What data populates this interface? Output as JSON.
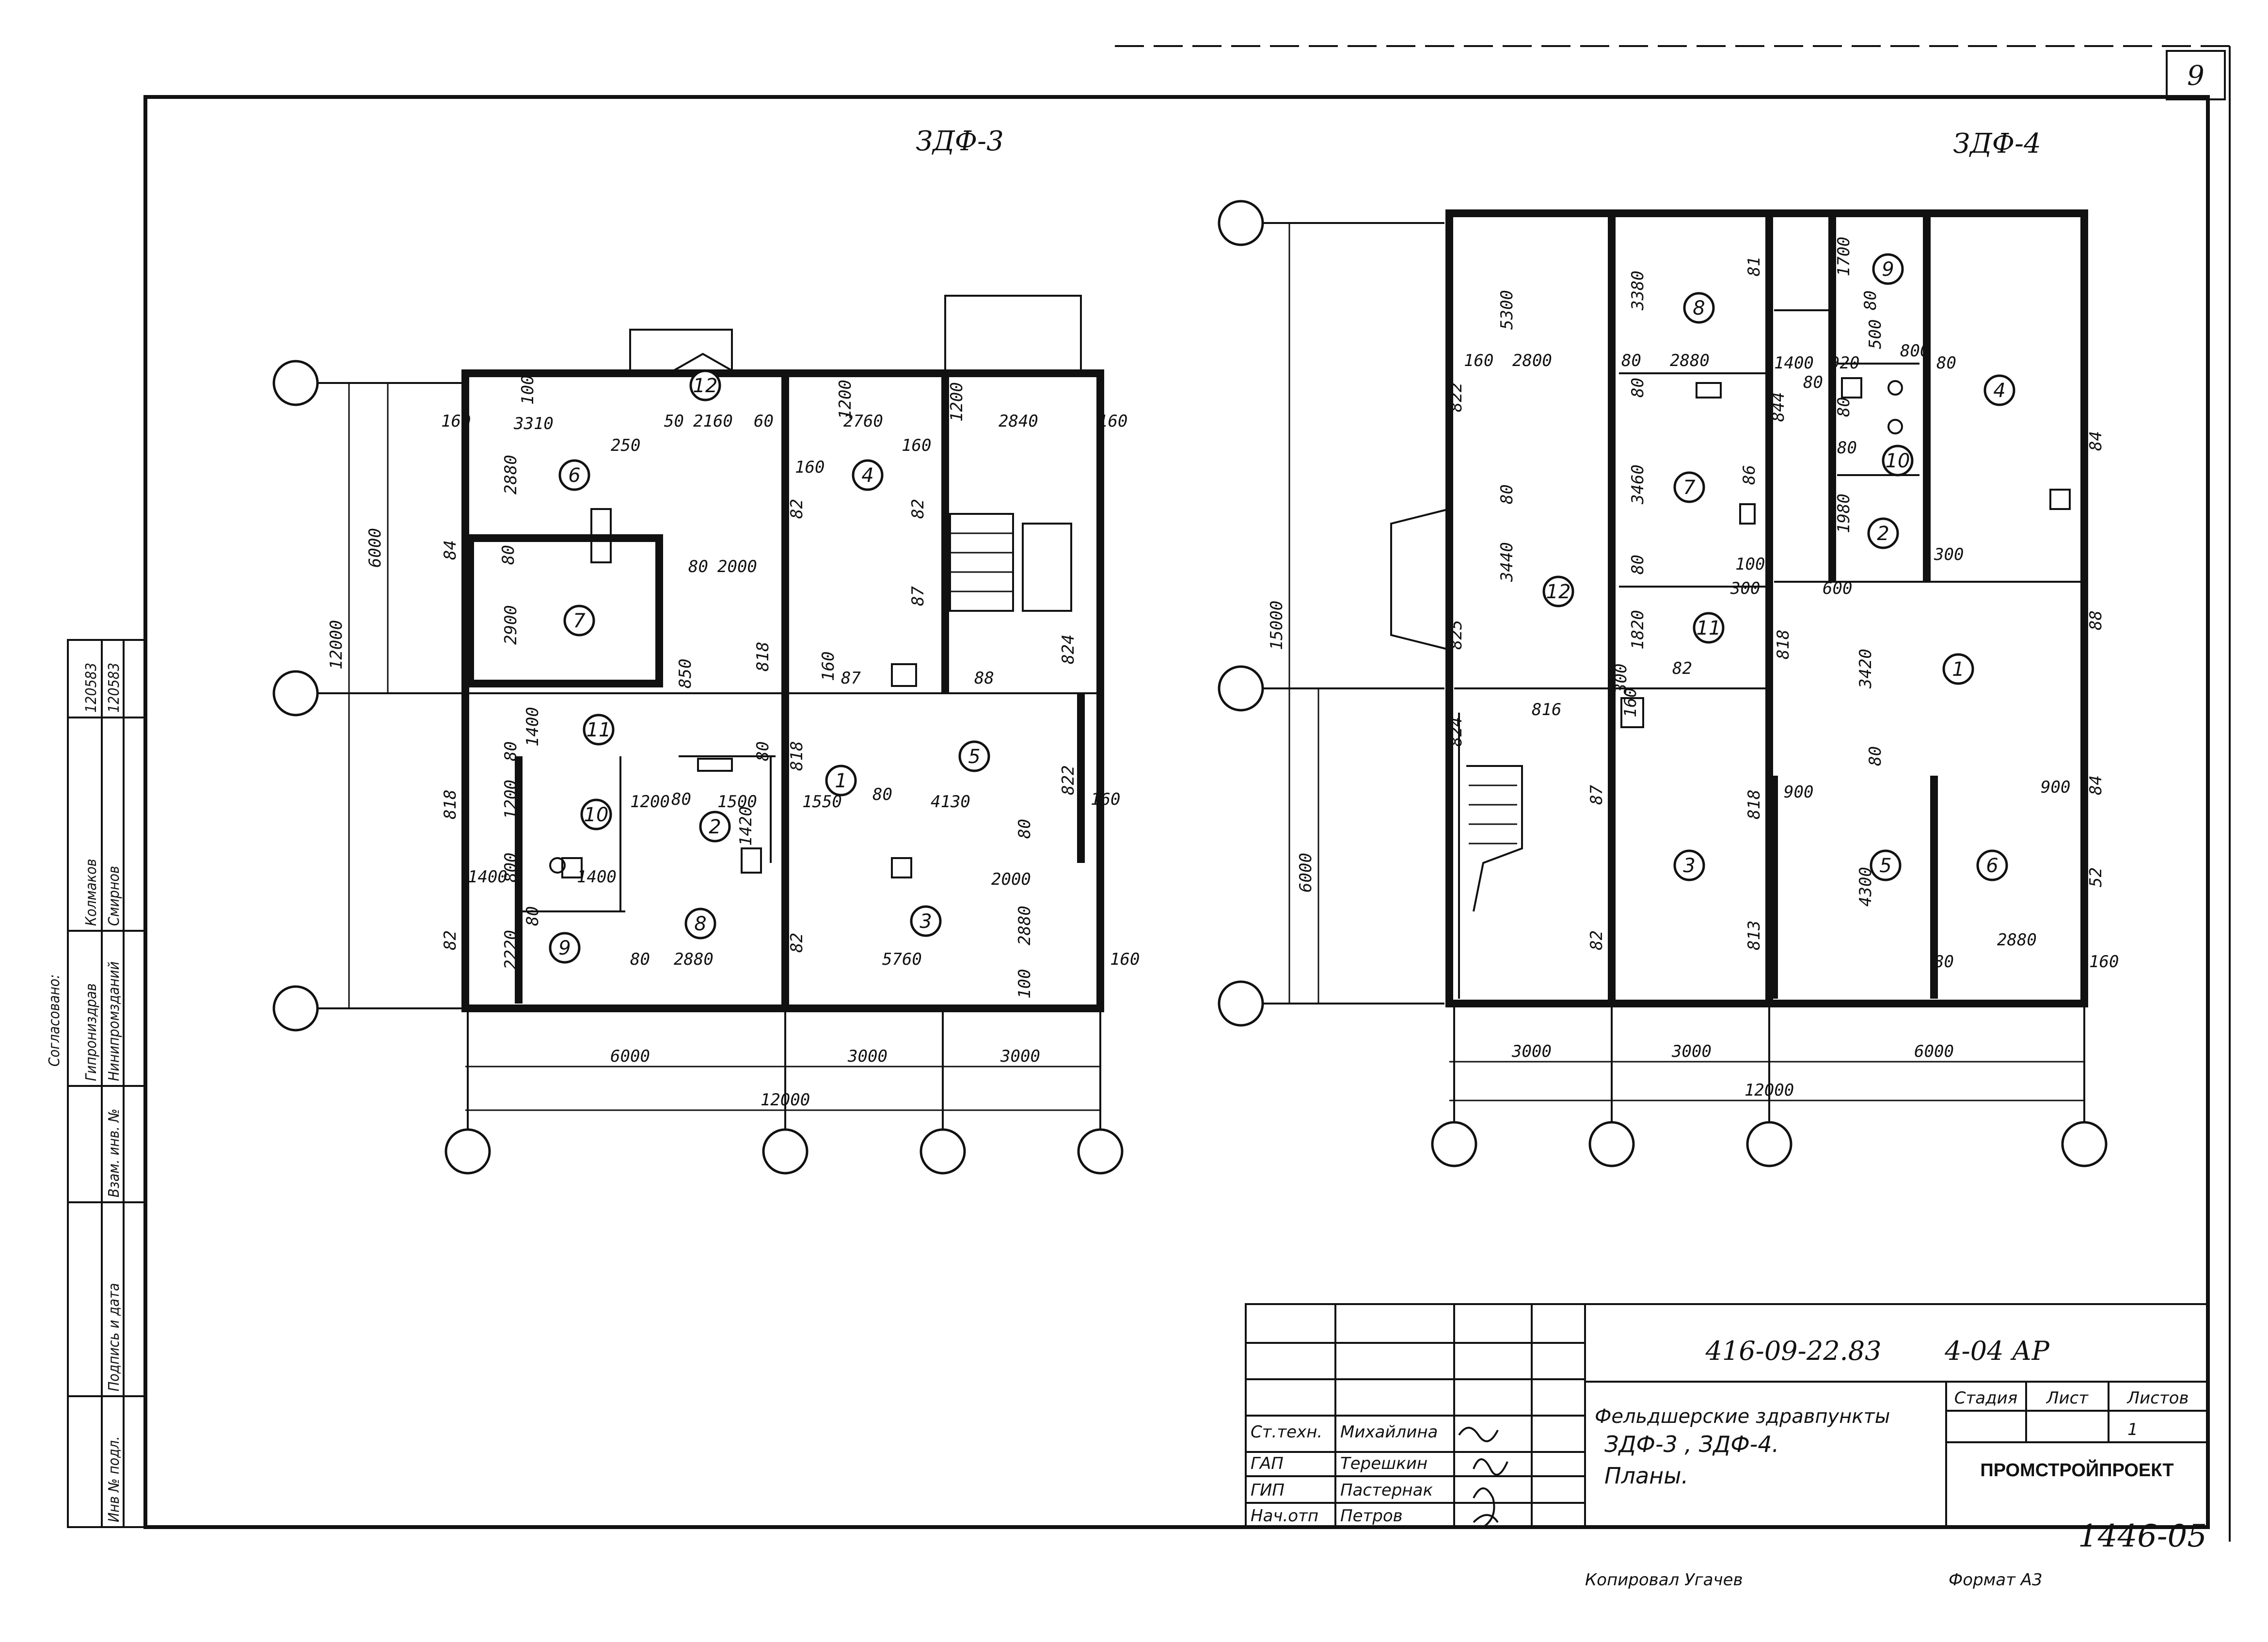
{
  "sheet": {
    "number": "9",
    "border_colors": {
      "ink": "#111111",
      "paper": "#ffffff"
    }
  },
  "plan_a": {
    "title": "ЗДФ-3",
    "dims_bottom": [
      "6000",
      "3000",
      "3000"
    ],
    "dim_total": "12000",
    "dims_left": [
      "6000",
      "12000"
    ],
    "rooms": [
      {
        "num": "1"
      },
      {
        "num": "2"
      },
      {
        "num": "3"
      },
      {
        "num": "4"
      },
      {
        "num": "5"
      },
      {
        "num": "6"
      },
      {
        "num": "7"
      },
      {
        "num": "8"
      },
      {
        "num": "9"
      },
      {
        "num": "10"
      },
      {
        "num": "11"
      },
      {
        "num": "12"
      }
    ],
    "labels": {
      "d160a": "160",
      "d3310": "3310",
      "d250": "250",
      "d50a": "50",
      "d2160": "2160",
      "d60": "60",
      "d2760": "2760",
      "d160b": "160",
      "d2840": "2840",
      "d160c": "160",
      "d1200a": "1200",
      "d1200b": "1200",
      "d160d": "160",
      "d100": "100",
      "d2880a": "2880",
      "d84": "84",
      "d80a": "80",
      "d2000a": "2000",
      "d2900": "2900",
      "d80b": "80",
      "d850": "850",
      "d82a": "82",
      "d82b": "82",
      "d87a": "87",
      "d818a": "818",
      "d160e": "160",
      "d87b": "87",
      "d88": "88",
      "d824": "824",
      "d1400a": "1400",
      "d80c": "80",
      "d818b": "818",
      "d1200c": "1200",
      "d800": "800",
      "d1400b": "1400",
      "d1400c": "1400",
      "d1200d": "1200",
      "d80d": "80",
      "d1500": "1500",
      "d1420": "1420",
      "d80e": "80",
      "d818c": "818",
      "d1550": "1550",
      "d80f": "80",
      "d4130": "4130",
      "d822": "822",
      "d160f": "160",
      "d80g": "80",
      "d2000b": "2000",
      "d2880b": "2880",
      "d82c": "82",
      "d2220": "2220",
      "d80h": "80",
      "d80i": "80",
      "d2880c": "2880",
      "d82d": "82",
      "d5760": "5760",
      "d100b": "100",
      "d160g": "160"
    }
  },
  "plan_b": {
    "title": "ЗДФ-4",
    "dims_bottom": [
      "3000",
      "3000",
      "6000"
    ],
    "dim_total": "12000",
    "dims_left": [
      "15000",
      "6000"
    ],
    "rooms": [
      {
        "num": "1"
      },
      {
        "num": "2"
      },
      {
        "num": "3"
      },
      {
        "num": "4"
      },
      {
        "num": "5"
      },
      {
        "num": "6"
      },
      {
        "num": "7"
      },
      {
        "num": "8"
      },
      {
        "num": "9"
      },
      {
        "num": "10"
      },
      {
        "num": "11"
      },
      {
        "num": "12"
      }
    ],
    "labels": {
      "d5300": "5300",
      "d3380": "3380",
      "d81": "81",
      "d1700": "1700",
      "d80a": "80",
      "d160a": "160",
      "d2800": "2800",
      "d80b": "80",
      "d2880a": "2880",
      "d1400": "1400",
      "d920": "920",
      "d500": "500",
      "d800": "800",
      "d80c": "80",
      "d822": "822",
      "d80d": "80",
      "d80e": "80",
      "d80f": "80",
      "d84a": "84",
      "d844": "844",
      "d80g": "80",
      "d3460": "3460",
      "d86": "86",
      "d1980": "1980",
      "d80h": "80",
      "d3440": "3440",
      "d100": "100",
      "d300a": "300",
      "d600": "600",
      "d300b": "300",
      "d80i": "80",
      "d1820": "1820",
      "d88": "88",
      "d825": "825",
      "d818a": "818",
      "d3420": "3420",
      "d300c": "300",
      "d82": "82",
      "d824": "824",
      "d816": "816",
      "d160b": "160",
      "d87": "87",
      "d818b": "818",
      "d900a": "900",
      "d80j": "80",
      "d900b": "900",
      "d84b": "84",
      "d4300": "4300",
      "d813": "813",
      "d82b": "82",
      "d52": "52",
      "d2880b": "2880",
      "d80k": "80",
      "d160c": "160"
    }
  },
  "title_block": {
    "code": "416-09-22.83",
    "sheet_code": "4-04 АР",
    "name_line1": "Фельдшерские здравпункты",
    "name_line2": "ЗДФ-3 , ЗДФ-4.",
    "name_line3": "Планы.",
    "stage_header": "Стадия",
    "sheet_header": "Лист",
    "sheets_header": "Листов",
    "sheet_value": "1",
    "org": "ПРОМСТРОЙПРОЕКТ",
    "roles": [
      {
        "role": "Ст.техн.",
        "name": "Михайлина"
      },
      {
        "role": "ГАП",
        "name": "Терешкин"
      },
      {
        "role": "ГИП",
        "name": "Пастернак"
      },
      {
        "role": "Нач.отп",
        "name": "Петров"
      }
    ],
    "archive_no": "1446-05",
    "footer_left": "Копировал Угачев",
    "footer_right": "Формат А3"
  },
  "side_stamp": {
    "rows": [
      {
        "label": "Гипрониздрав",
        "name": "Колмаков",
        "num": "120583"
      },
      {
        "label": "Нинипромзданий",
        "name": "Смирнов",
        "num": "120583"
      }
    ],
    "heading": "Согласовано:",
    "inv_podl": "Инв № подл.",
    "podpis": "Подпись и дата",
    "vzam": "Взам. инв. №"
  }
}
